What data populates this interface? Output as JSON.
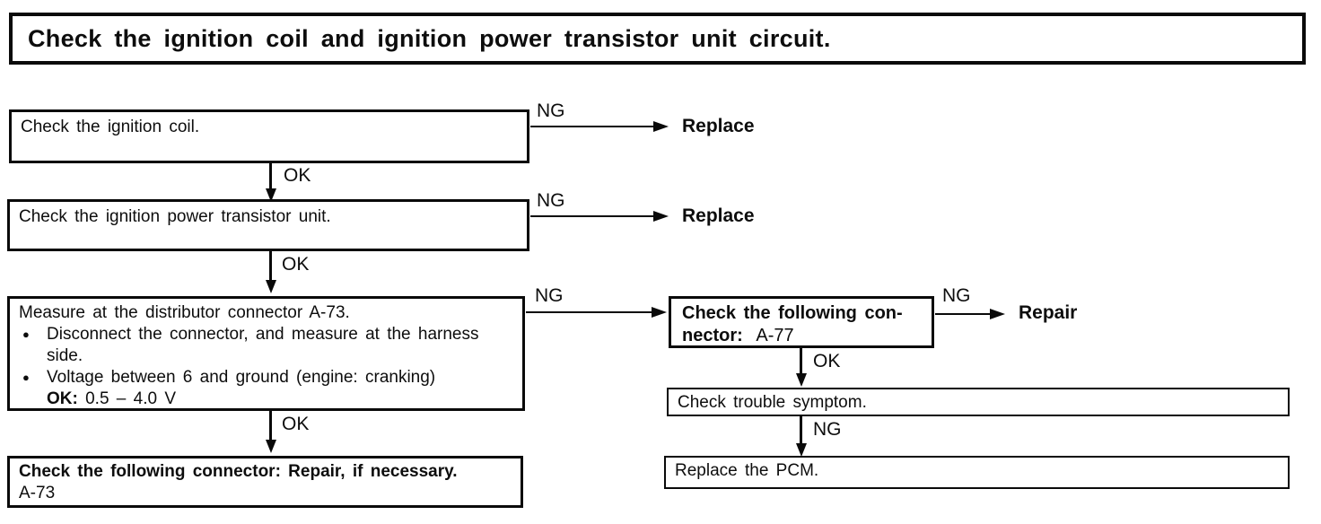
{
  "title": {
    "text": "Check the ignition coil and ignition power transistor unit circuit."
  },
  "labels": {
    "ng": "NG",
    "ok": "OK",
    "bullet": "●"
  },
  "steps": {
    "check_coil": {
      "text": "Check the ignition coil.",
      "ng_action": "Replace"
    },
    "check_transistor": {
      "text": "Check the ignition power transistor unit.",
      "ng_action": "Replace"
    },
    "measure_distributor": {
      "title": "Measure at the distributor connector A-73.",
      "bullets": [
        "Disconnect the connector, and measure at the harness side.",
        "Voltage between 6 and ground (engine: cranking)"
      ],
      "ok_spec_label": "OK:",
      "ok_spec_value": "0.5 – 4.0 V"
    },
    "check_connector_a73": {
      "text_bold": "Check the following connector: Repair, if necessary.",
      "text_value": "A-73"
    },
    "check_connector_a77": {
      "line1": "Check the following con-",
      "line2_label": "nector:",
      "line2_value": "A-77",
      "ng_action": "Repair"
    },
    "check_trouble_symptom": {
      "text": "Check trouble symptom."
    },
    "replace_pcm": {
      "text": "Replace the PCM."
    }
  }
}
